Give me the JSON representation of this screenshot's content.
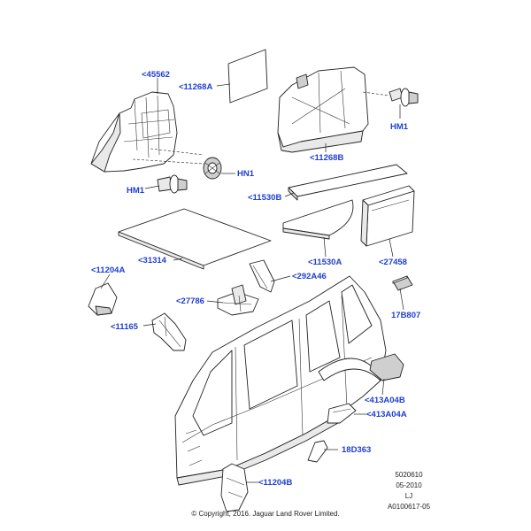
{
  "labels": {
    "l45562": "<45562",
    "l11268A": "<11268A",
    "l11268B": "<11268B",
    "hm1_top": "HM1",
    "hn1": "HN1",
    "hm1_left": "HM1",
    "l11530B": "<11530B",
    "l11530A": "<11530A",
    "l27458": "<27458",
    "l31314": "<31314",
    "l11204A": "<11204A",
    "l292A46": "<292A46",
    "l27786": "<27786",
    "l17B807": "17B807",
    "l11165": "<11165",
    "l413A04B": "<413A04B",
    "l413A04A": "<413A04A",
    "l18D363": "18D363",
    "l11204B": "<11204B"
  },
  "meta": {
    "code1": "5020610",
    "date": "05-2010",
    "initials": "LJ",
    "ref": "A0100617-05",
    "copyright": "© Copyright, 2016. Jaguar Land Rover Limited."
  },
  "colors": {
    "label": "#1f3fd0",
    "line": "#222222"
  }
}
